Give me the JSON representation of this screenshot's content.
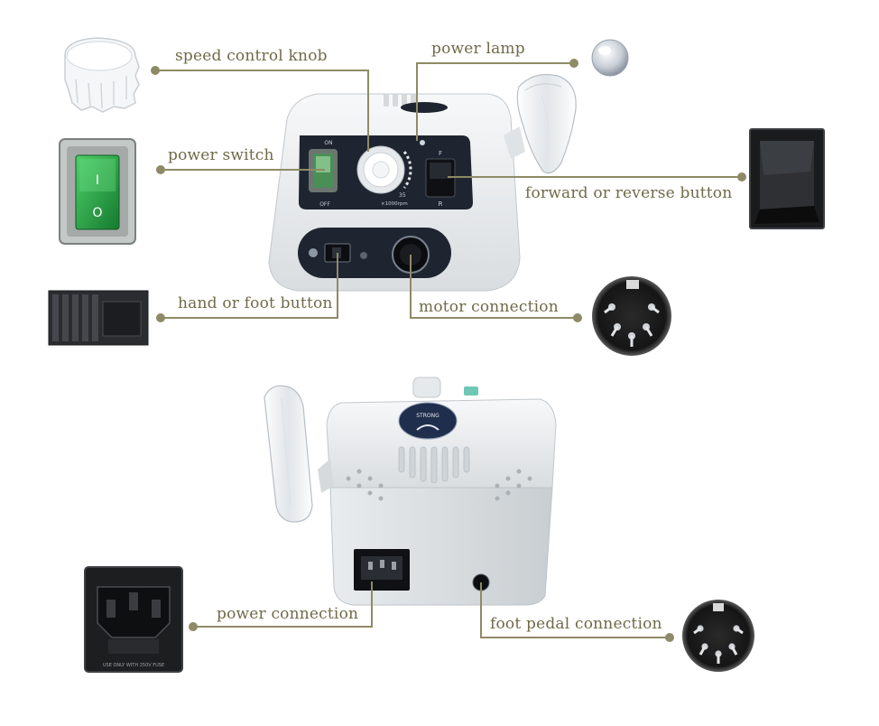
{
  "colors": {
    "leader": "#8e8a66",
    "label_text": "#6f6a48",
    "device_body": "#eceff1",
    "panel_dark": "#1f2530",
    "switch_green": "#2aa84a"
  },
  "labels": {
    "speed_knob": "speed control knob",
    "power_lamp": "power lamp",
    "power_switch": "power switch",
    "fwd_rev": "forward or reverse button",
    "hand_foot": "hand or foot button",
    "motor_conn": "motor connection",
    "power_conn": "power connection",
    "foot_pedal": "foot pedal connection"
  },
  "panel_text": {
    "on": "ON",
    "off": "OFF",
    "f": "F",
    "r": "R",
    "speed_max": "35",
    "speed_unit": "×1000rpm",
    "switch_i": "I",
    "switch_o": "O",
    "logo_text": "STRONG",
    "fuse_text": "USE ONLY WITH 250V FUSE"
  },
  "icons": {
    "knob": "knob-icon",
    "lamp": "lamp-bulb-icon",
    "rocker_green": "green-rocker-switch-icon",
    "rocker_black": "black-rocker-switch-icon",
    "slider": "slide-switch-icon",
    "din5": "din-5pin-connector-icon",
    "iec": "iec-power-socket-icon"
  }
}
